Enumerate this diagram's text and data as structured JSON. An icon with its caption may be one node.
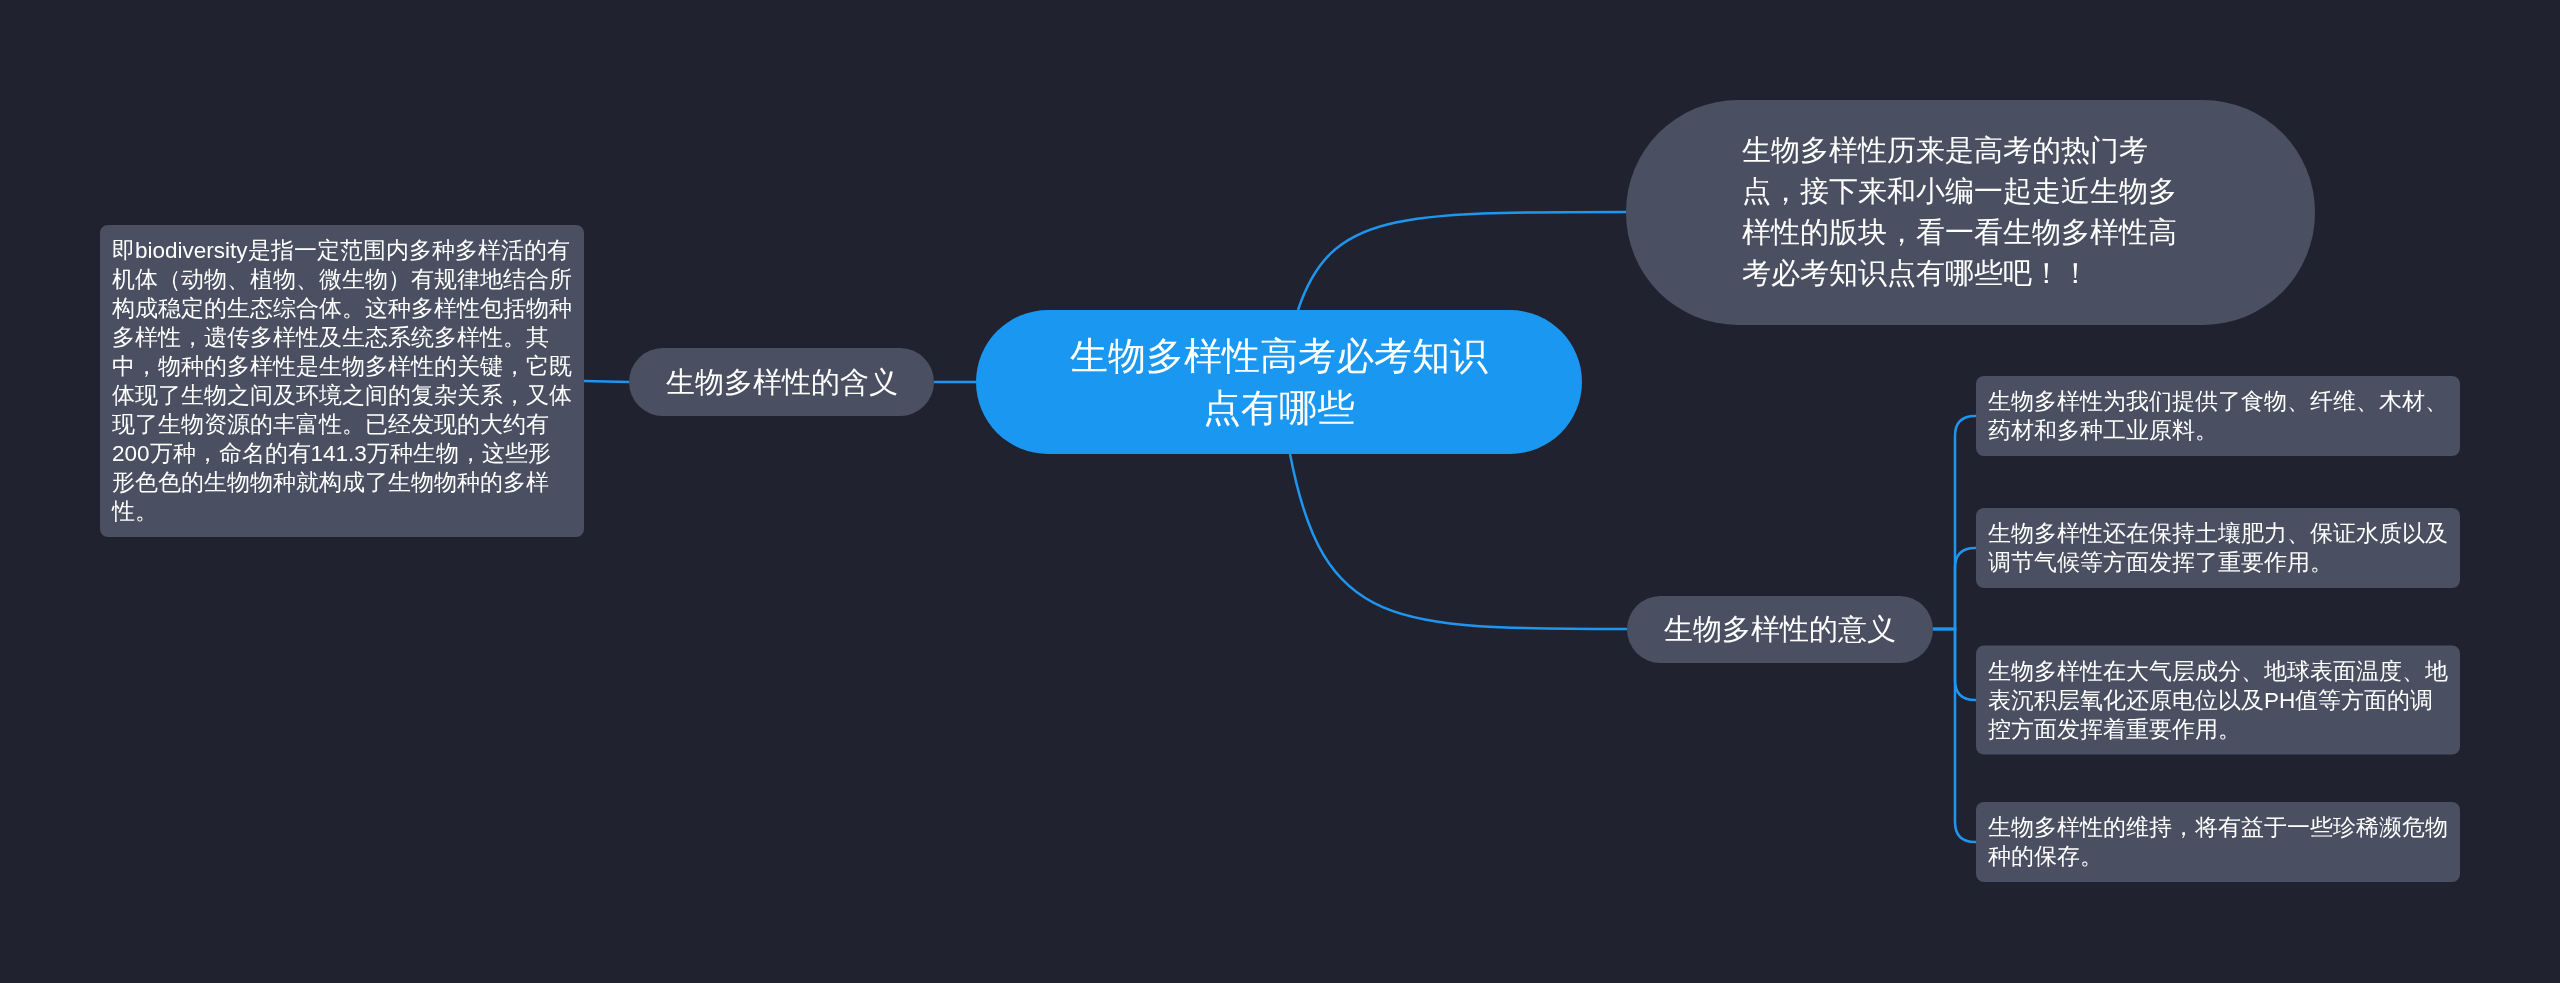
{
  "diagram": {
    "nodes": [
      {
        "text": [
          "生物多样性高考必考知识点有哪些"
        ]
      },
      {
        "text": [
          "生物多样性历来是高考的热门考点，接下来和小编一起走近生物多样性的版块，看一看生物多样性高考必考知识点有哪些吧！！"
        ]
      },
      {
        "text": [
          "生物多样性的含义"
        ]
      },
      {
        "text": [
          "即biodiversity是指一定范围内多种多样活的有机体（动物、植物、微生物）有规律地结合所构成稳定的生态综合体。这种多样性包括物种多样性，遗传多样性及生态系统多样性。其中，物种的多样性是生物多样性的关键，它既体现了生物之间及环境之间的复杂关系，又体现了生物资源的丰富性。已经发现的大约有200万种，命名的有141.3万种生物，这些形形色色的生物物种就构成了生物物种的多样性。"
        ]
      },
      {
        "text": [
          "生物多样性的意义"
        ]
      },
      {
        "text": [
          "生物多样性为我们提供了食物、纤维、木材、药材和多种工业原料。"
        ]
      },
      {
        "text": [
          "生物多样性还在保持土壤肥力、保证水质以及调节气候等方面发挥了重要作用。"
        ]
      },
      {
        "text": [
          "生物多样性在大气层成分、地球表面温度、地表沉积层氧化还原电位以及PH值等方面的调控方面发挥着重要作用。"
        ]
      },
      {
        "text": [
          "生物多样性的维持，将有益于一些珍稀濒危物种的保存。"
        ]
      }
    ],
    "edges": [
      {
        "from": 0,
        "to": 1,
        "arrow": "none"
      },
      {
        "from": 0,
        "to": 2,
        "arrow": "none"
      },
      {
        "from": 2,
        "to": 3,
        "arrow": "none"
      },
      {
        "from": 0,
        "to": 4,
        "arrow": "none"
      },
      {
        "from": 4,
        "to": 5,
        "arrow": "none"
      },
      {
        "from": 4,
        "to": 6,
        "arrow": "none"
      },
      {
        "from": 4,
        "to": 7,
        "arrow": "none"
      },
      {
        "from": 4,
        "to": 8,
        "arrow": "none"
      }
    ]
  }
}
